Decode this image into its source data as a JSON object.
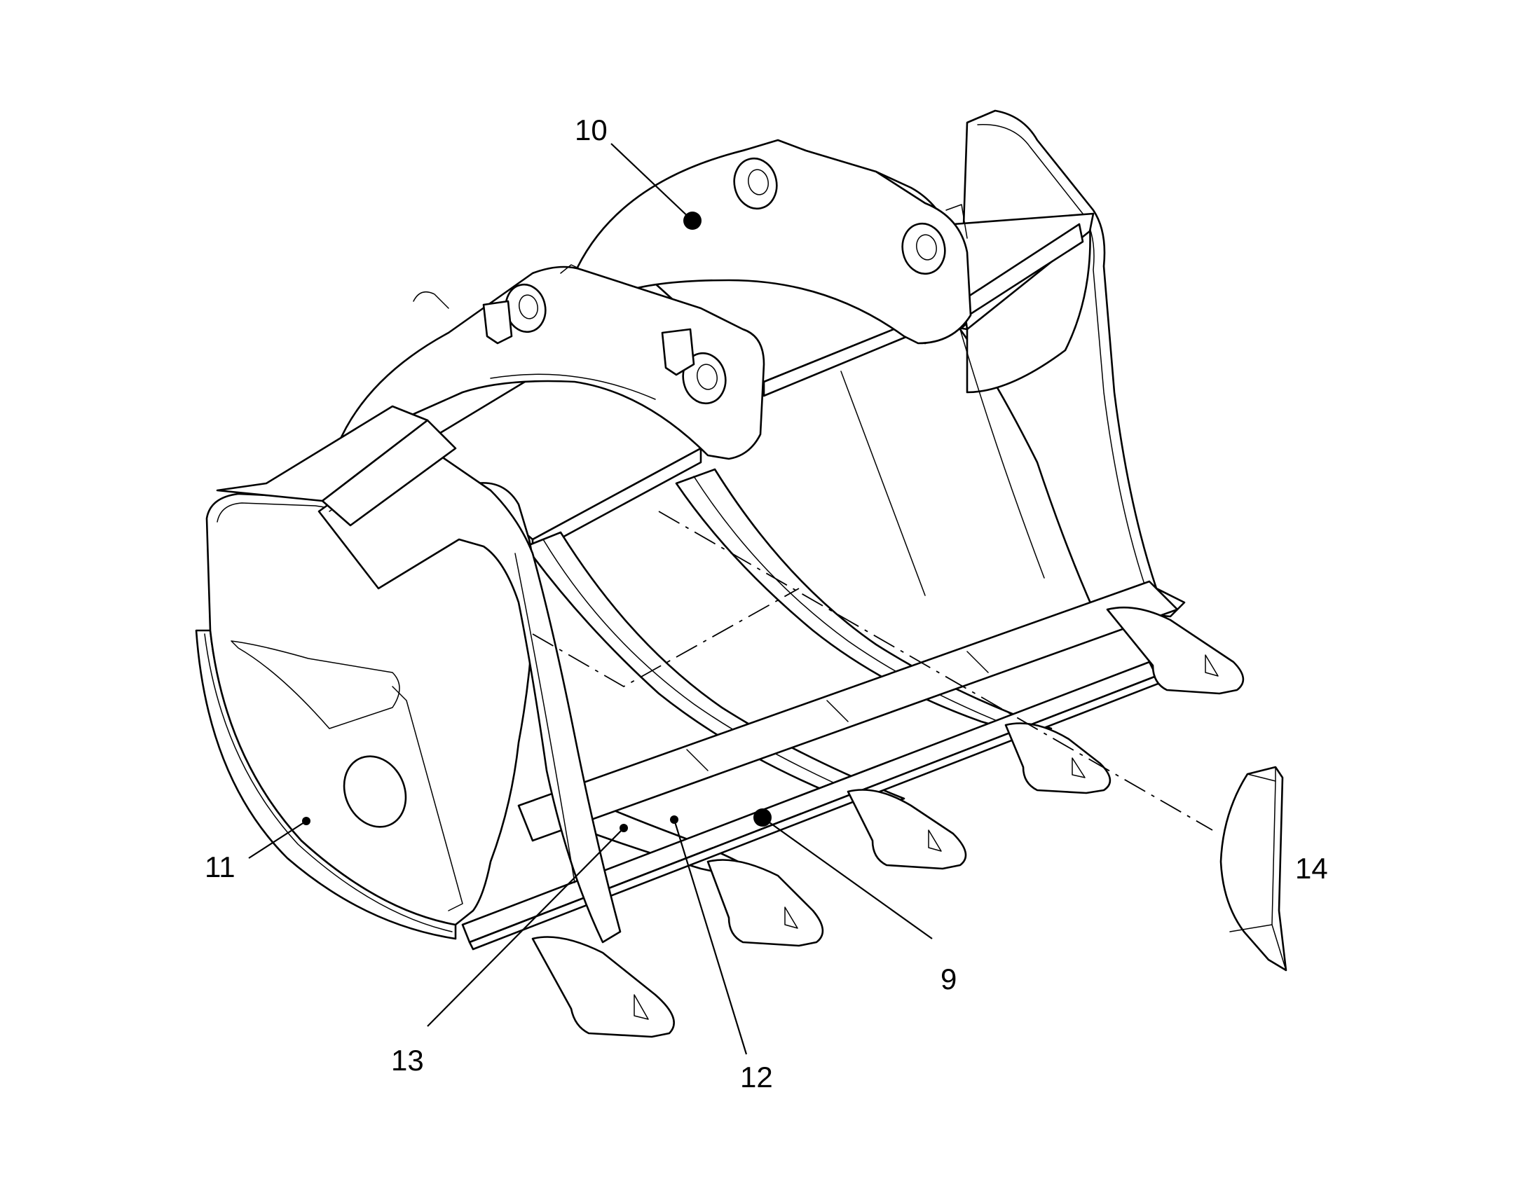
{
  "callouts": [
    {
      "id": "9",
      "label": "9"
    },
    {
      "id": "10",
      "label": "10"
    },
    {
      "id": "11",
      "label": "11"
    },
    {
      "id": "12",
      "label": "12"
    },
    {
      "id": "13",
      "label": "13"
    },
    {
      "id": "14",
      "label": "14"
    }
  ],
  "colors": {
    "line": "#000000",
    "background": "#ffffff"
  }
}
